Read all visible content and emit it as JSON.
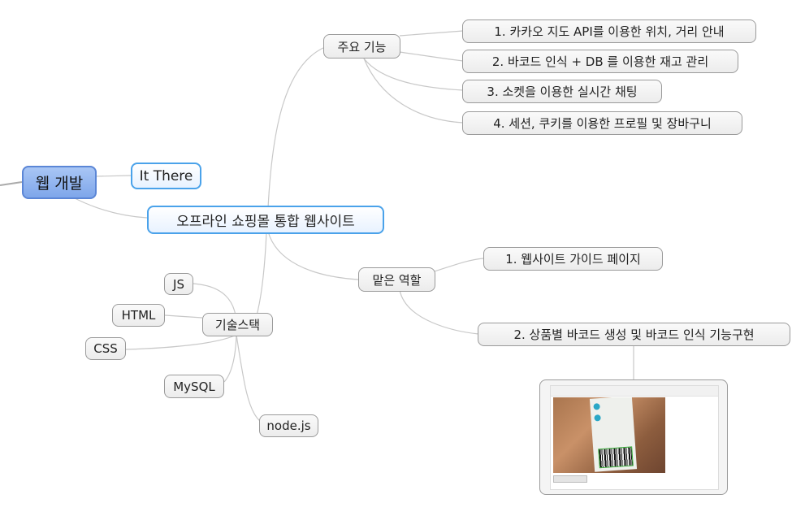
{
  "root": {
    "label": "웹 개발"
  },
  "it_there": {
    "label": "It There"
  },
  "center": {
    "label": "오프라인 쇼핑몰 통합 웹사이트"
  },
  "features": {
    "label": "주요 기능",
    "items": [
      "1. 카카오 지도 API를 이용한 위치, 거리 안내",
      "2. 바코드 인식 + DB 를 이용한 재고 관리",
      "3. 소켓을 이용한 실시간 채팅",
      "4. 세션, 쿠키를 이용한 프로필 및 장바구니"
    ]
  },
  "roles": {
    "label": "맡은 역할",
    "items": [
      "1. 웹사이트 가이드 페이지",
      "2. 상품별 바코드 생성 및 바코드 인식 기능구현"
    ]
  },
  "tech": {
    "label": "기술스택",
    "items": [
      "JS",
      "HTML",
      "CSS",
      "MySQL",
      "node.js"
    ]
  },
  "colors": {
    "root_fill": "#7ea6ea",
    "light_blue_border": "#4aa2ea",
    "gray_border": "#9a9a9a",
    "connector": "#c8c8c8"
  }
}
